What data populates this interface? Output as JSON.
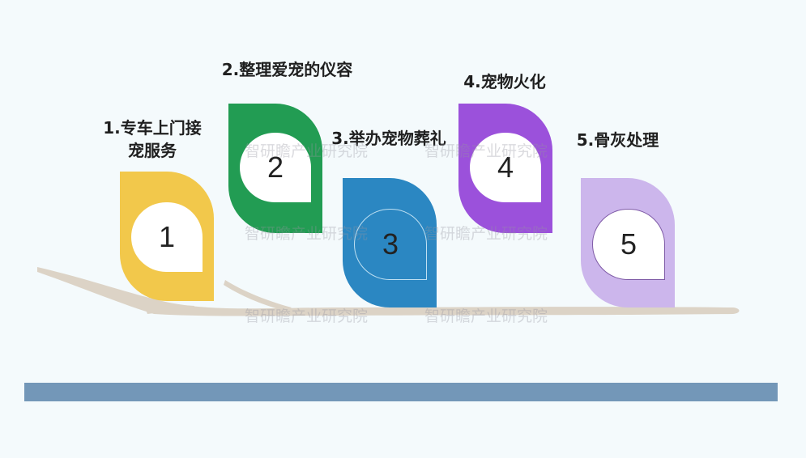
{
  "steps": [
    {
      "number": "1",
      "label_line1": "1.专车上门接",
      "label_line2": "宠服务",
      "color": "#f2c84b"
    },
    {
      "number": "2",
      "label_line1": "2.整理爱宠的仪容",
      "label_line2": "",
      "color": "#229c53"
    },
    {
      "number": "3",
      "label_line1": "3.举办宠物葬礼",
      "label_line2": "",
      "color": "#2b87c2"
    },
    {
      "number": "4",
      "label_line1": "4.宠物火化",
      "label_line2": "",
      "color": "#9b51db"
    },
    {
      "number": "5",
      "label_line1": "5.骨灰处理",
      "label_line2": "",
      "color": "#ccb6ec"
    }
  ],
  "watermark_text": "智研瞻产业研究院",
  "colors": {
    "background": "#f4fafc",
    "branch": "#dcd3c6",
    "footer_bar": "#7397b8"
  }
}
